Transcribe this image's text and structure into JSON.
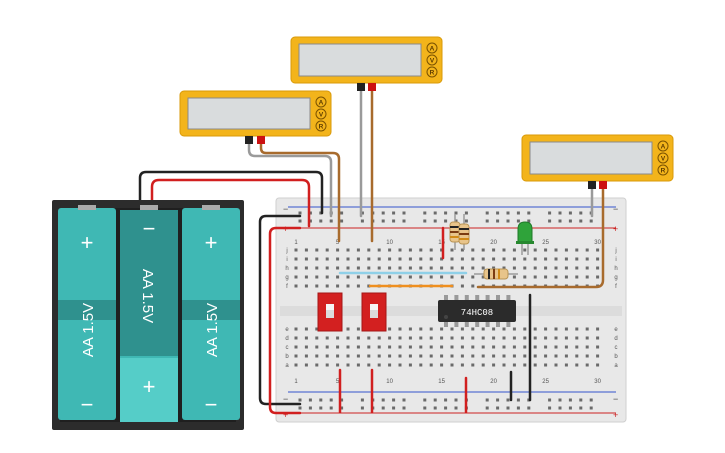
{
  "battery": {
    "cells": [
      {
        "label": "AA 1.5V",
        "top_sign": "+",
        "bottom_sign": "−"
      },
      {
        "label": "AA 1.5V",
        "top_sign": "−",
        "bottom_sign": "+"
      },
      {
        "label": "AA 1.5V",
        "top_sign": "+",
        "bottom_sign": "−"
      }
    ]
  },
  "multimeters": [
    {
      "buttons": [
        "A",
        "V",
        "R"
      ]
    },
    {
      "buttons": [
        "A",
        "V",
        "R"
      ]
    },
    {
      "buttons": [
        "A",
        "V",
        "R"
      ]
    }
  ],
  "chip": {
    "label": "74HC08"
  },
  "breadboard": {
    "rail_plus": "+",
    "rail_minus": "−",
    "col_numbers_top": [
      "1",
      "",
      "",
      "",
      "5",
      "",
      "",
      "",
      "",
      "10",
      "",
      "",
      "",
      "",
      "15",
      "",
      "",
      "",
      "",
      "20",
      "",
      "",
      "",
      "",
      "25",
      "",
      "",
      "",
      "",
      "30"
    ],
    "col_numbers_bottom": [
      "1",
      "",
      "",
      "",
      "5",
      "",
      "",
      "",
      "",
      "10",
      "",
      "",
      "",
      "",
      "15",
      "",
      "",
      "",
      "",
      "20",
      "",
      "",
      "",
      "",
      "25",
      "",
      "",
      "",
      "",
      "30"
    ],
    "row_letters_top": [
      "j",
      "i",
      "h",
      "g",
      "f"
    ],
    "row_letters_bottom": [
      "e",
      "d",
      "c",
      "b",
      "a"
    ]
  },
  "colors": {
    "meter_body": "#f3b41b",
    "meter_screen": "#d9dcdd",
    "battery_cell": "#3fb8b4",
    "battery_case": "#2c2c2c",
    "breadboard": "#eaeaea",
    "wire_red": "#d11f1f",
    "wire_black": "#222222",
    "wire_grey": "#9a9a9a",
    "wire_brown": "#a86b2d",
    "led_green": "#2fa33a",
    "dip_red": "#d32020",
    "jumper_blue": "#8fd0e8",
    "jumper_orange": "#ef8f1f"
  }
}
